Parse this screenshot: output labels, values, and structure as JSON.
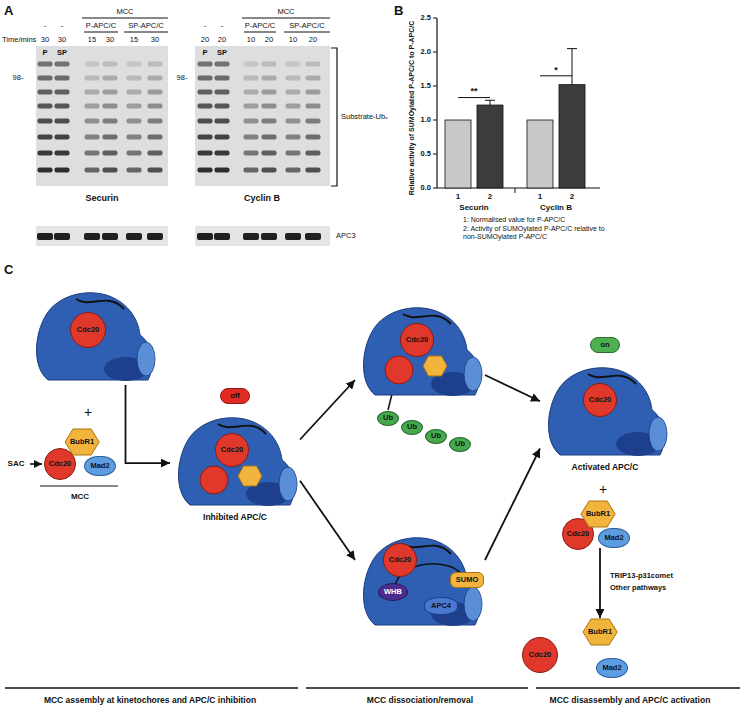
{
  "diagram": {
    "nodes": [
      {
        "text": []
      },
      {
        "text": [
          "Cdc20"
        ],
        "in": 0
      },
      {
        "text": [
          "Cdc20"
        ]
      },
      {
        "text": [
          "BubR1"
        ]
      },
      {
        "text": [
          "Mad2"
        ]
      },
      {
        "text": [
          "off"
        ]
      },
      {
        "text": [
          "Inhibited APC/C"
        ]
      },
      {
        "text": [
          "Cdc20"
        ],
        "in": 6
      },
      {
        "text": []
      },
      {
        "text": [
          "Cdc20"
        ],
        "in": 8
      },
      {
        "text": [
          "Ub"
        ]
      },
      {
        "text": [
          "Ub"
        ]
      },
      {
        "text": [
          "Ub"
        ]
      },
      {
        "text": [
          "Ub"
        ]
      },
      {
        "text": []
      },
      {
        "text": [
          "Cdc20"
        ],
        "in": 14
      },
      {
        "text": [
          "WHB"
        ],
        "in": 14
      },
      {
        "text": [
          "APC4"
        ],
        "in": 14
      },
      {
        "text": [
          "SUMO"
        ],
        "in": 14
      },
      {
        "text": [
          "on"
        ]
      },
      {
        "text": [
          "Activated APC/C"
        ]
      },
      {
        "text": [
          "Cdc20"
        ],
        "in": 20
      },
      {
        "text": [
          "Cdc20"
        ]
      },
      {
        "text": [
          "BubR1"
        ]
      },
      {
        "text": [
          "Mad2"
        ]
      },
      {
        "text": [
          "Cdc20"
        ]
      },
      {
        "text": [
          "BubR1"
        ]
      },
      {
        "text": [
          "Mad2"
        ]
      }
    ],
    "edges": [
      {
        "from": 0,
        "to": 6,
        "arrow": "to"
      },
      {
        "from": 6,
        "to": 8,
        "arrow": "to"
      },
      {
        "from": 6,
        "to": 14,
        "arrow": "to"
      },
      {
        "from": 8,
        "to": 20,
        "arrow": "to"
      },
      {
        "from": 14,
        "to": 20,
        "arrow": "to"
      },
      {
        "from": 24,
        "to": 26,
        "arrow": "to"
      }
    ],
    "labels": [
      "A",
      "MCC",
      "-",
      "-",
      "P-APC/C",
      "SP-APC/C",
      "Time/mins",
      "30",
      "30",
      "15",
      "30",
      "15",
      "30",
      "P",
      "SP",
      "98-",
      "Securin",
      "MCC",
      "-",
      "-",
      "P-APC/C",
      "SP-APC/C",
      "20",
      "20",
      "10",
      "20",
      "10",
      "20",
      "P",
      "SP",
      "98-",
      "Cyclin B",
      "Substrate-Ubₓ",
      "APC3",
      "B",
      "Relative activity of SUMOylated P-APC/C to P-APC/C",
      "2.5",
      "2.0",
      "1.5",
      "1.0",
      "0.5",
      "0.0",
      "**",
      "*",
      "1",
      "2",
      "1",
      "2",
      "Securin",
      "Cyclin B",
      "1: Normalised value for P-APC/C",
      "2: Activity of SUMOylated P-APC/C relative to non-SUMOylated P-APC/C",
      "C",
      "+",
      "SAC",
      "MCC",
      "+",
      "TRIP13-p31comet",
      "Other pathways",
      "MCC assembly at kinetochores and APC/C inhibition",
      "MCC dissociation/removal",
      "MCC disassembly and APC/C activation"
    ]
  }
}
